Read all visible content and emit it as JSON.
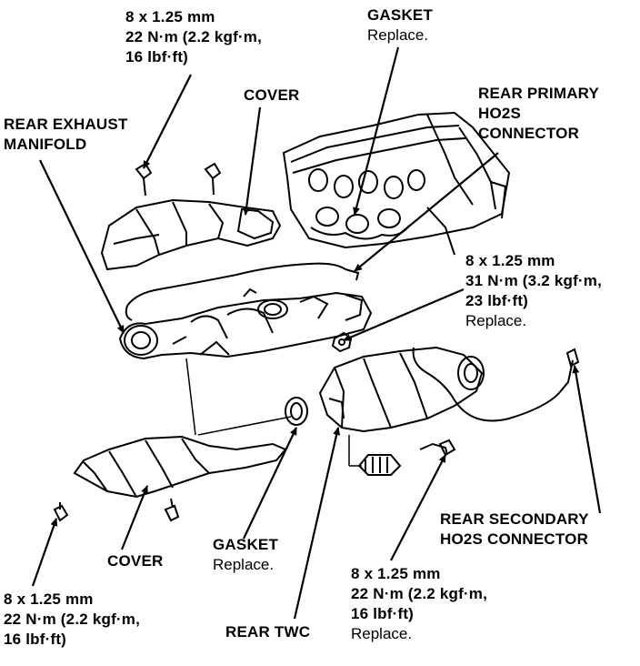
{
  "labels": {
    "top_bolt": {
      "lines": [
        "8 x 1.25 mm",
        "22 N·m (2.2 kgf·m,",
        "16 lbf·ft)"
      ]
    },
    "gasket_top": {
      "title": "GASKET",
      "note": "Replace."
    },
    "rear_primary": {
      "lines": [
        "REAR PRIMARY",
        "HO2S",
        "CONNECTOR"
      ]
    },
    "cover_top": {
      "title": "COVER"
    },
    "rear_exhaust": {
      "lines": [
        "REAR EXHAUST",
        "MANIFOLD"
      ]
    },
    "nut_right": {
      "lines": [
        "8 x 1.25 mm",
        "31 N·m (3.2 kgf·m,",
        "23 lbf·ft)",
        "Replace."
      ]
    },
    "rear_secondary": {
      "lines": [
        "REAR SECONDARY",
        "HO2S CONNECTOR"
      ]
    },
    "cover_bottom": {
      "title": "COVER"
    },
    "gasket_bottom": {
      "title": "GASKET",
      "note": "Replace."
    },
    "bolt_bottom_left": {
      "lines": [
        "8 x 1.25 mm",
        "22 N·m (2.2 kgf·m,",
        "16 lbf·ft)"
      ]
    },
    "bolt_bottom_right": {
      "lines": [
        "8 x 1.25 mm",
        "22 N·m (2.2 kgf·m,",
        "16 lbf·ft)",
        "Replace."
      ]
    },
    "rear_twc": {
      "title": "REAR TWC"
    }
  }
}
